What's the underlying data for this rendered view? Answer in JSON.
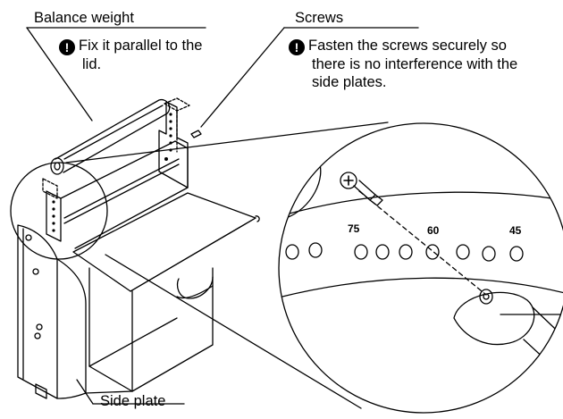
{
  "labels": {
    "balance_weight": "Balance weight",
    "screws": "Screws",
    "side_plate": "Side plate"
  },
  "notes": {
    "balance_weight": {
      "icon": "warning-icon",
      "symbol": "!",
      "lines": [
        "Fix it parallel to the",
        "lid."
      ]
    },
    "screws": {
      "icon": "warning-icon",
      "symbol": "!",
      "lines": [
        "Fasten the screws securely so",
        "there is no interference with the",
        "side plates."
      ]
    }
  },
  "scale_numbers": {
    "left": "75",
    "middle": "60",
    "right": "45"
  },
  "colors": {
    "line": "#000000",
    "background": "#ffffff"
  }
}
